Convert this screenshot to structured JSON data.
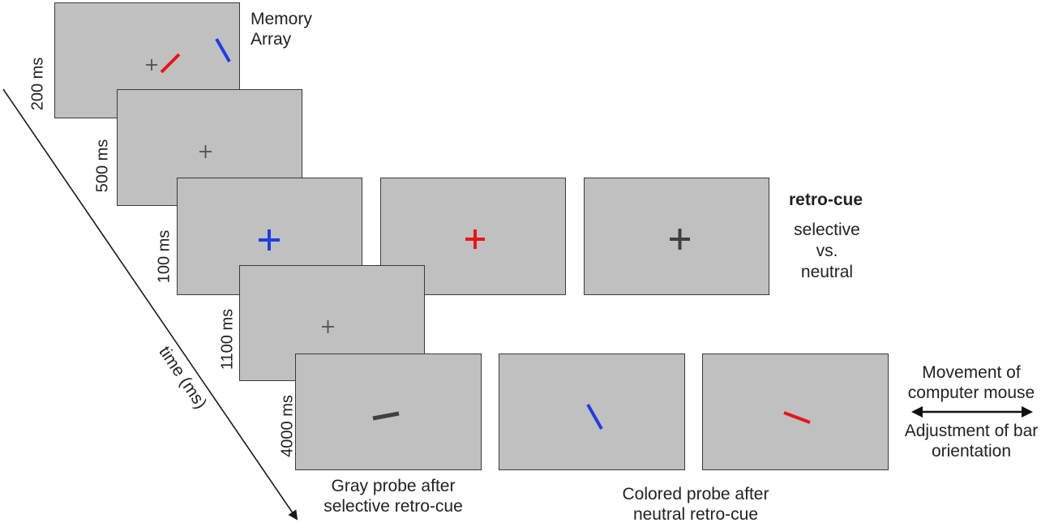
{
  "screens": {
    "memory_array": {
      "label": "Memory Array",
      "duration": "200 ms"
    },
    "delay_1": {
      "duration": "500 ms"
    },
    "retro_cue": {
      "duration": "100 ms"
    },
    "delay_2": {
      "duration": "1100 ms"
    },
    "probe": {
      "duration": "4000 ms"
    }
  },
  "retro_cue_legend": {
    "title": "retro-cue",
    "line1": "selective",
    "line2": "vs.",
    "line3": "neutral"
  },
  "probe_captions": {
    "gray": [
      "Gray probe after",
      "selective retro-cue"
    ],
    "colored": [
      "Colored probe after",
      "neutral retro-cue"
    ]
  },
  "mouse_legend": {
    "top1": "Movement of",
    "top2": "computer mouse",
    "bottom1": "Adjustment of bar",
    "bottom2": "orientation"
  },
  "time_axis": {
    "label": "time (ms)"
  },
  "colors": {
    "red": "#e8141b",
    "blue": "#1f3fe0",
    "gray": "#404040",
    "screen": "#c0c0c0"
  }
}
